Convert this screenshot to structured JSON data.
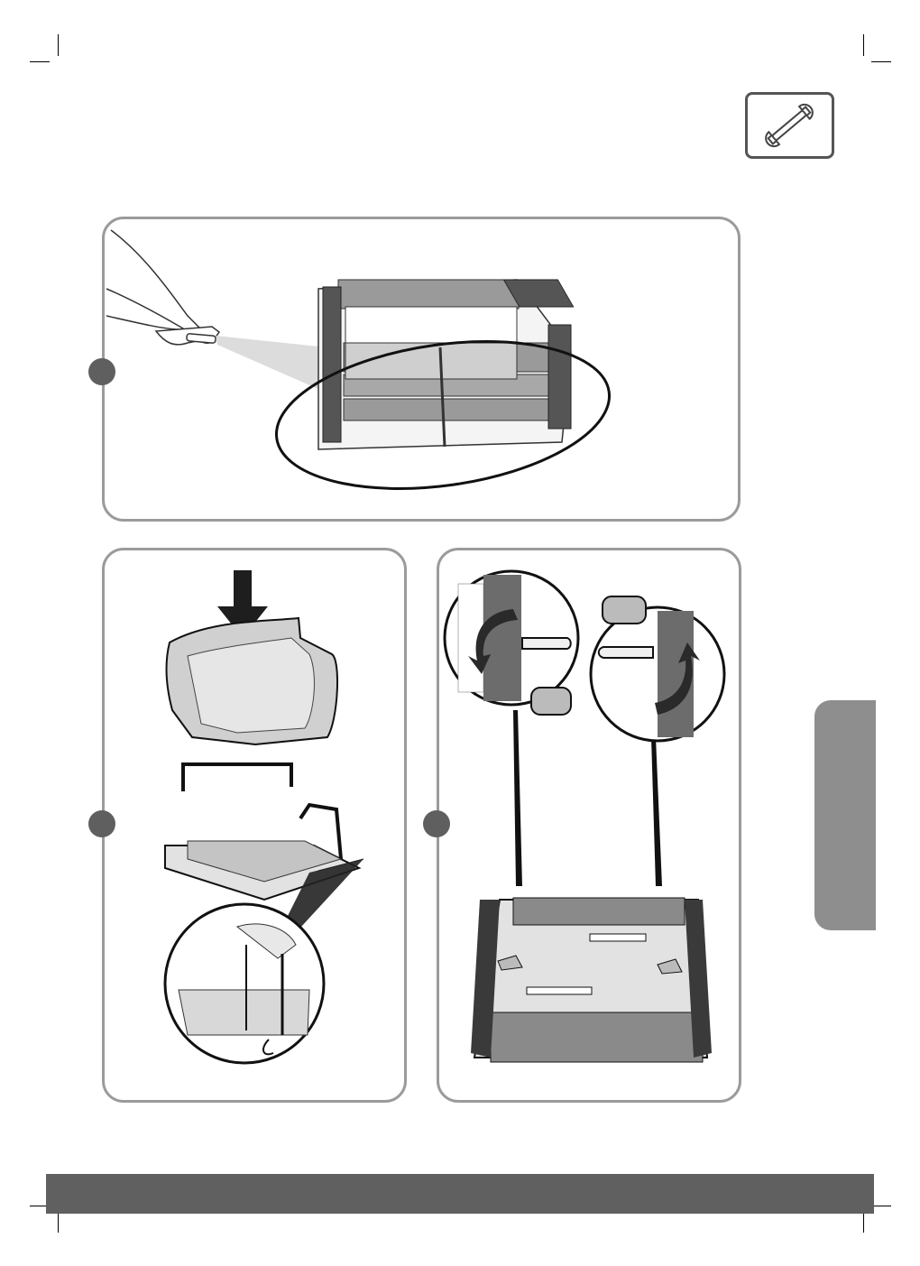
{
  "page": {
    "colors": {
      "panel_border": "#9b9b9b",
      "step_marker": "#5f5f5f",
      "side_tab": "#8e8e8e",
      "footer_bar": "#606060",
      "tool_icon_border": "#555555"
    },
    "header": {
      "icon": "wrench-icon"
    },
    "panels": [
      {
        "name": "rinse-tracks-panel",
        "illustration": "hand-with-hose-rinsing-robot-tracks",
        "step_marker": "step-marker-1"
      },
      {
        "name": "filter-panel",
        "illustration": "filter-bag-and-basket",
        "step_marker": "step-marker-2"
      },
      {
        "name": "brushes-panel",
        "illustration": "robot-underside-brush-release",
        "step_marker": "step-marker-3"
      }
    ],
    "side_tab": {
      "icon": "section-tab"
    },
    "footer": {
      "icon": "footer-bar"
    }
  }
}
